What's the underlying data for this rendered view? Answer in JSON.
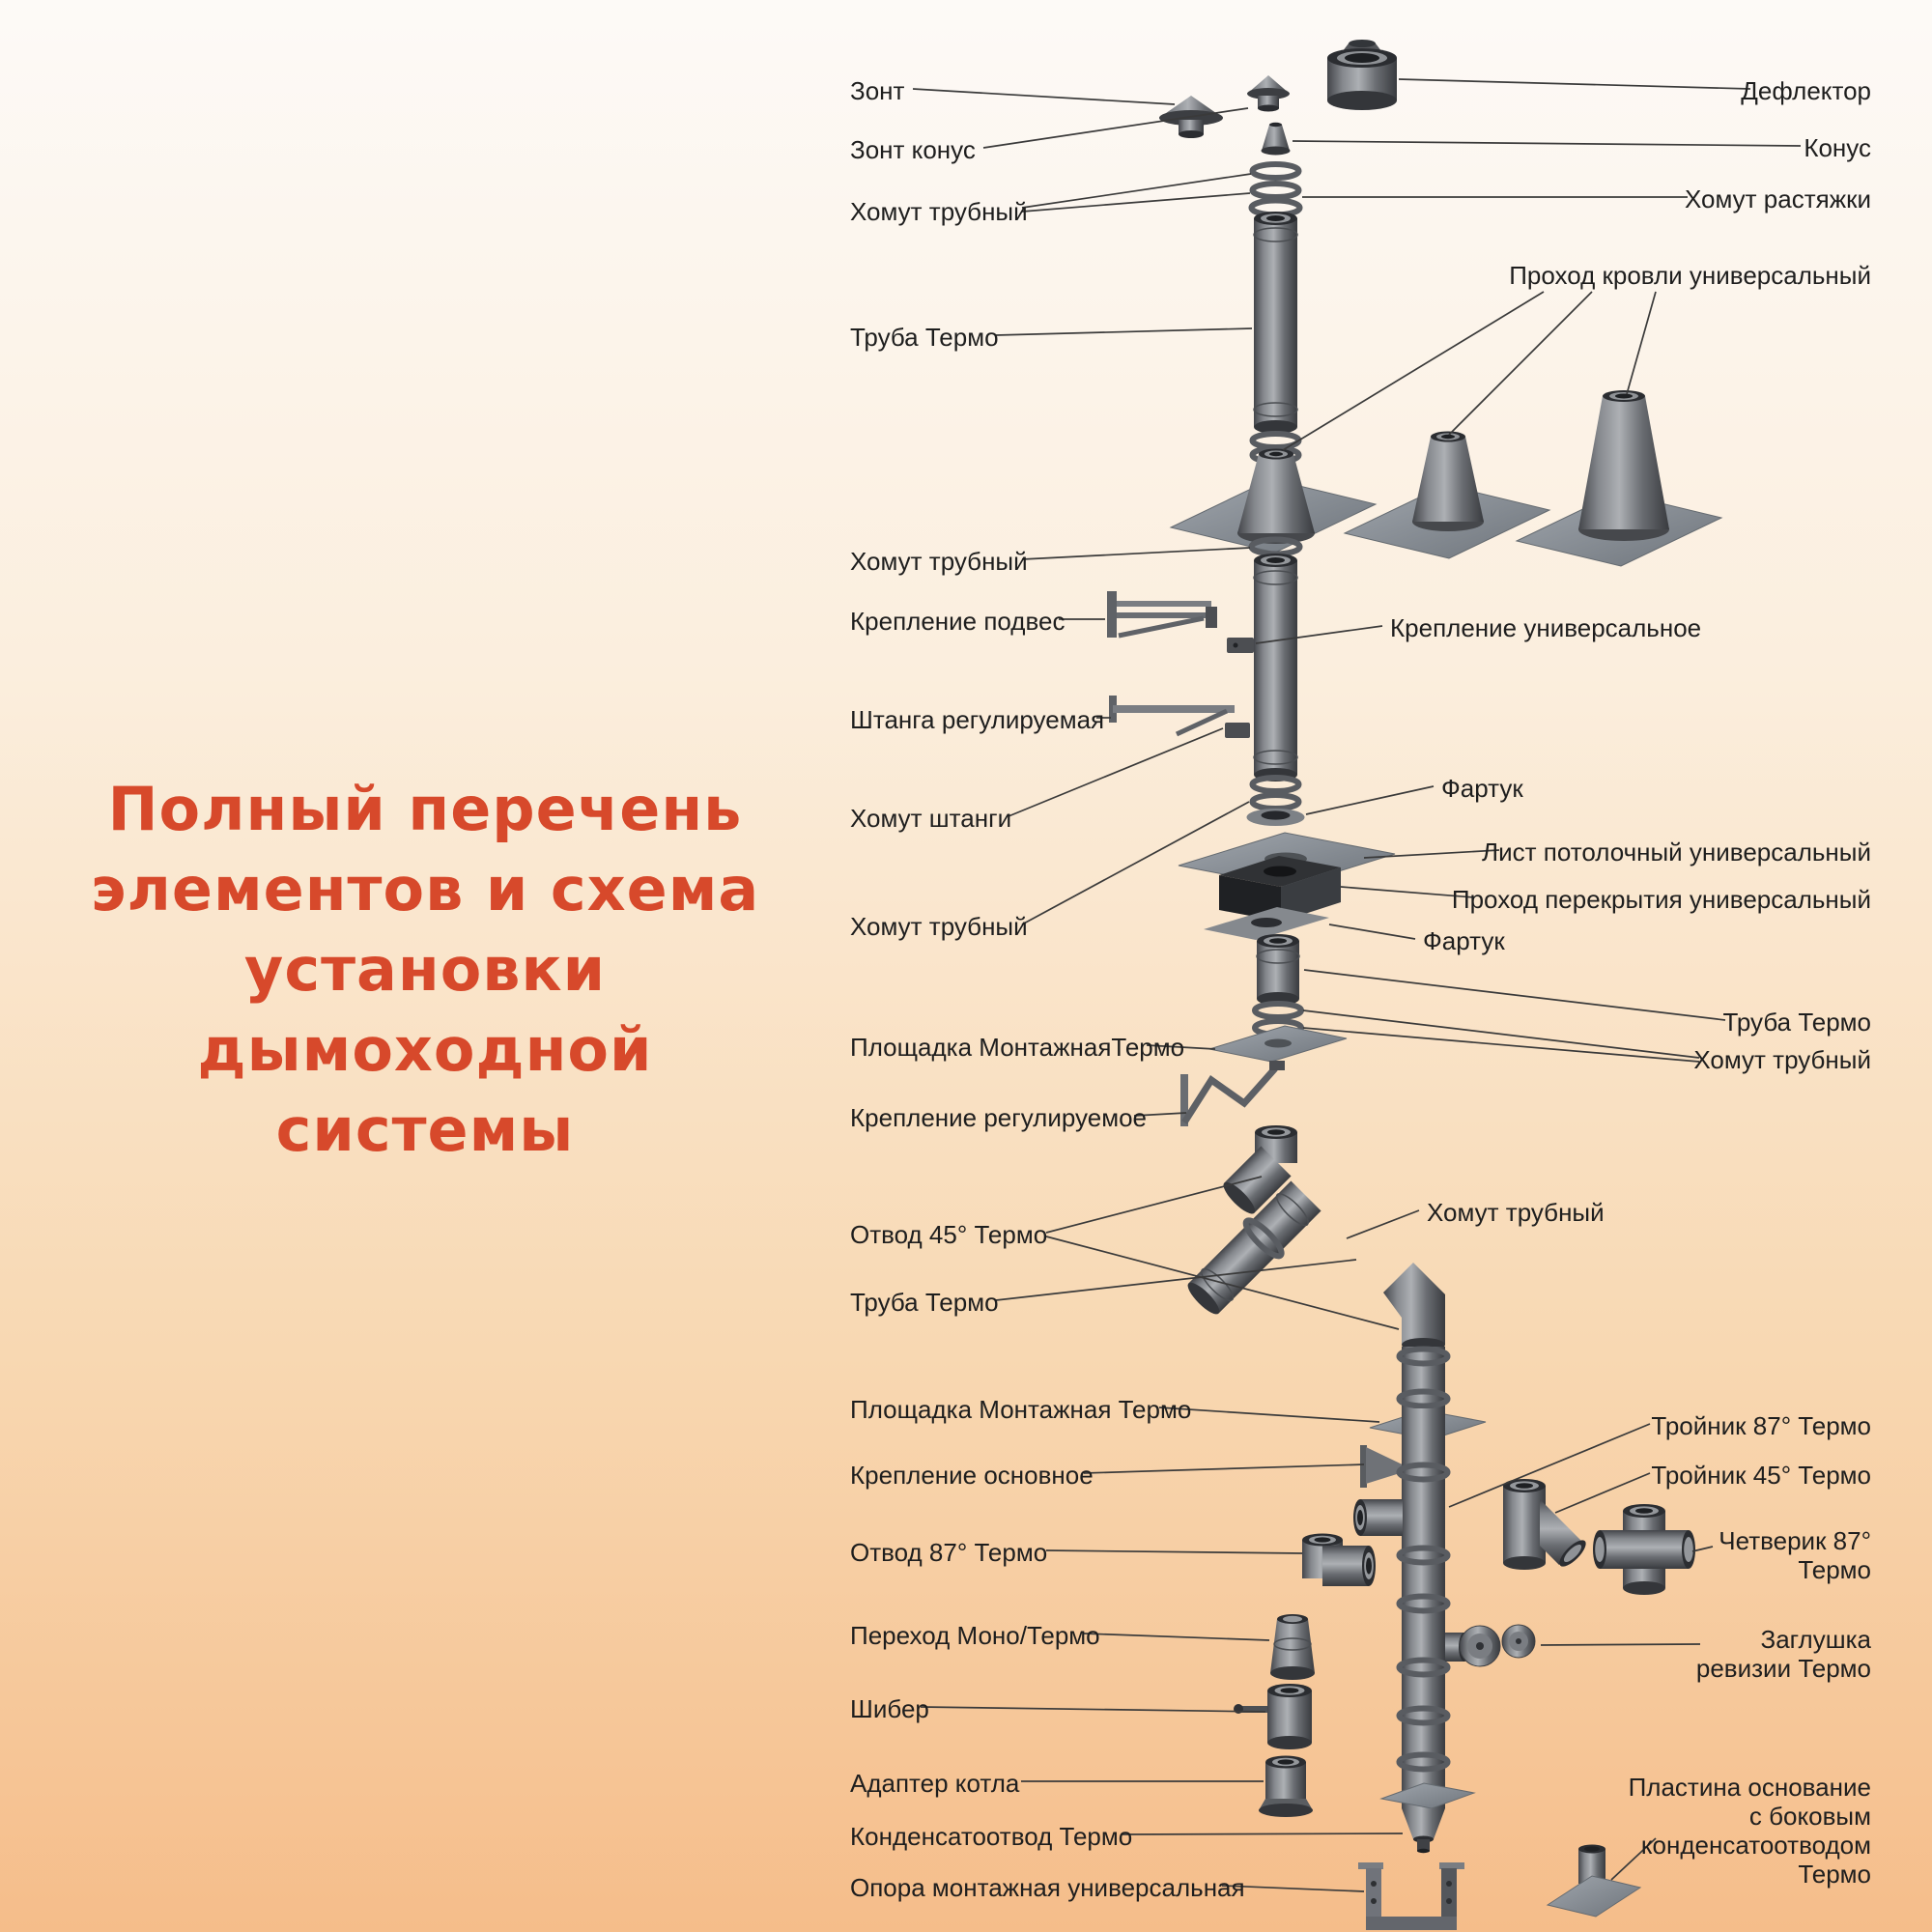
{
  "title": {
    "lines": [
      "Полный перечень",
      "элементов и схема",
      "установки",
      "дымоходной",
      "системы"
    ]
  },
  "labels_left": [
    {
      "id": "zont",
      "text": "Зонт"
    },
    {
      "id": "zont-konus",
      "text": "Зонт конус"
    },
    {
      "id": "homut-trubny-1",
      "text": "Хомут трубный"
    },
    {
      "id": "truba-termo-1",
      "text": "Труба Термо"
    },
    {
      "id": "homut-trubny-2",
      "text": "Хомут трубный"
    },
    {
      "id": "kreplenie-podves",
      "text": "Крепление подвес"
    },
    {
      "id": "shtanga-reguliruemaya",
      "text": "Штанга регулируемая"
    },
    {
      "id": "homut-shtangi",
      "text": "Хомут штанги"
    },
    {
      "id": "homut-trubny-3",
      "text": "Хомут трубный"
    },
    {
      "id": "ploshchadka-montazhnaya-1",
      "text": "Площадка МонтажнаяТермо"
    },
    {
      "id": "kreplenie-reguliruemoe",
      "text": "Крепление регулируемое"
    },
    {
      "id": "otvod-45",
      "text": "Отвод 45° Термо"
    },
    {
      "id": "truba-termo-2",
      "text": "Труба Термо"
    },
    {
      "id": "ploshchadka-montazhnaya-2",
      "text": "Площадка Монтажная Термо"
    },
    {
      "id": "kreplenie-osnovnoe",
      "text": "Крепление основное"
    },
    {
      "id": "otvod-87",
      "text": "Отвод 87° Термо"
    },
    {
      "id": "perekhod-mono-termo",
      "text": "Переход Моно/Термо"
    },
    {
      "id": "shiber",
      "text": "Шибер"
    },
    {
      "id": "adapter-kotla",
      "text": "Адаптер котла"
    },
    {
      "id": "kondensatootvod-termo",
      "text": "Конденсатоотвод Термо"
    },
    {
      "id": "opora-montazhnaya",
      "text": "Опора монтажная универсальная"
    }
  ],
  "labels_right": [
    {
      "id": "deflektor",
      "text": "Дефлектор"
    },
    {
      "id": "konus",
      "text": "Конус"
    },
    {
      "id": "homut-rastyazhki",
      "text": "Хомут растяжки"
    },
    {
      "id": "prokhod-krovli",
      "text": "Проход кровли универсальный"
    },
    {
      "id": "kreplenie-universalnoe",
      "text": "Крепление универсальное"
    },
    {
      "id": "fartuk-1",
      "text": "Фартук"
    },
    {
      "id": "list-potolochny",
      "text": "Лист потолочный универсальный"
    },
    {
      "id": "prokhod-perekrytiya",
      "text": "Проход перекрытия универсальный"
    },
    {
      "id": "fartuk-2",
      "text": "Фартук"
    },
    {
      "id": "truba-termo-r",
      "text": "Труба Термо"
    },
    {
      "id": "homut-trubny-r1",
      "text": "Хомут трубный"
    },
    {
      "id": "homut-trubny-r2",
      "text": "Хомут трубный"
    },
    {
      "id": "troynik-87",
      "text": "Тройник 87° Термо"
    },
    {
      "id": "troynik-45",
      "text": "Тройник 45° Термо"
    },
    {
      "id": "chetverik-87",
      "text": "Четверик 87°\nТермо"
    },
    {
      "id": "zaglushka-revizii",
      "text": "Заглушка\nревизии Термо"
    },
    {
      "id": "plastina-osnovanie",
      "text": "Пластина основание\nс боковым\nконденсатоотводом\nТермо"
    }
  ],
  "colors": {
    "title": "#d7492b",
    "label": "#1e1e1e",
    "background_top": "#fdfaf7",
    "background_bottom": "#f5bd8a",
    "metal_dark": "#393b3f",
    "metal_light": "#adb0b4",
    "leader_line": "#3a3a3a"
  }
}
